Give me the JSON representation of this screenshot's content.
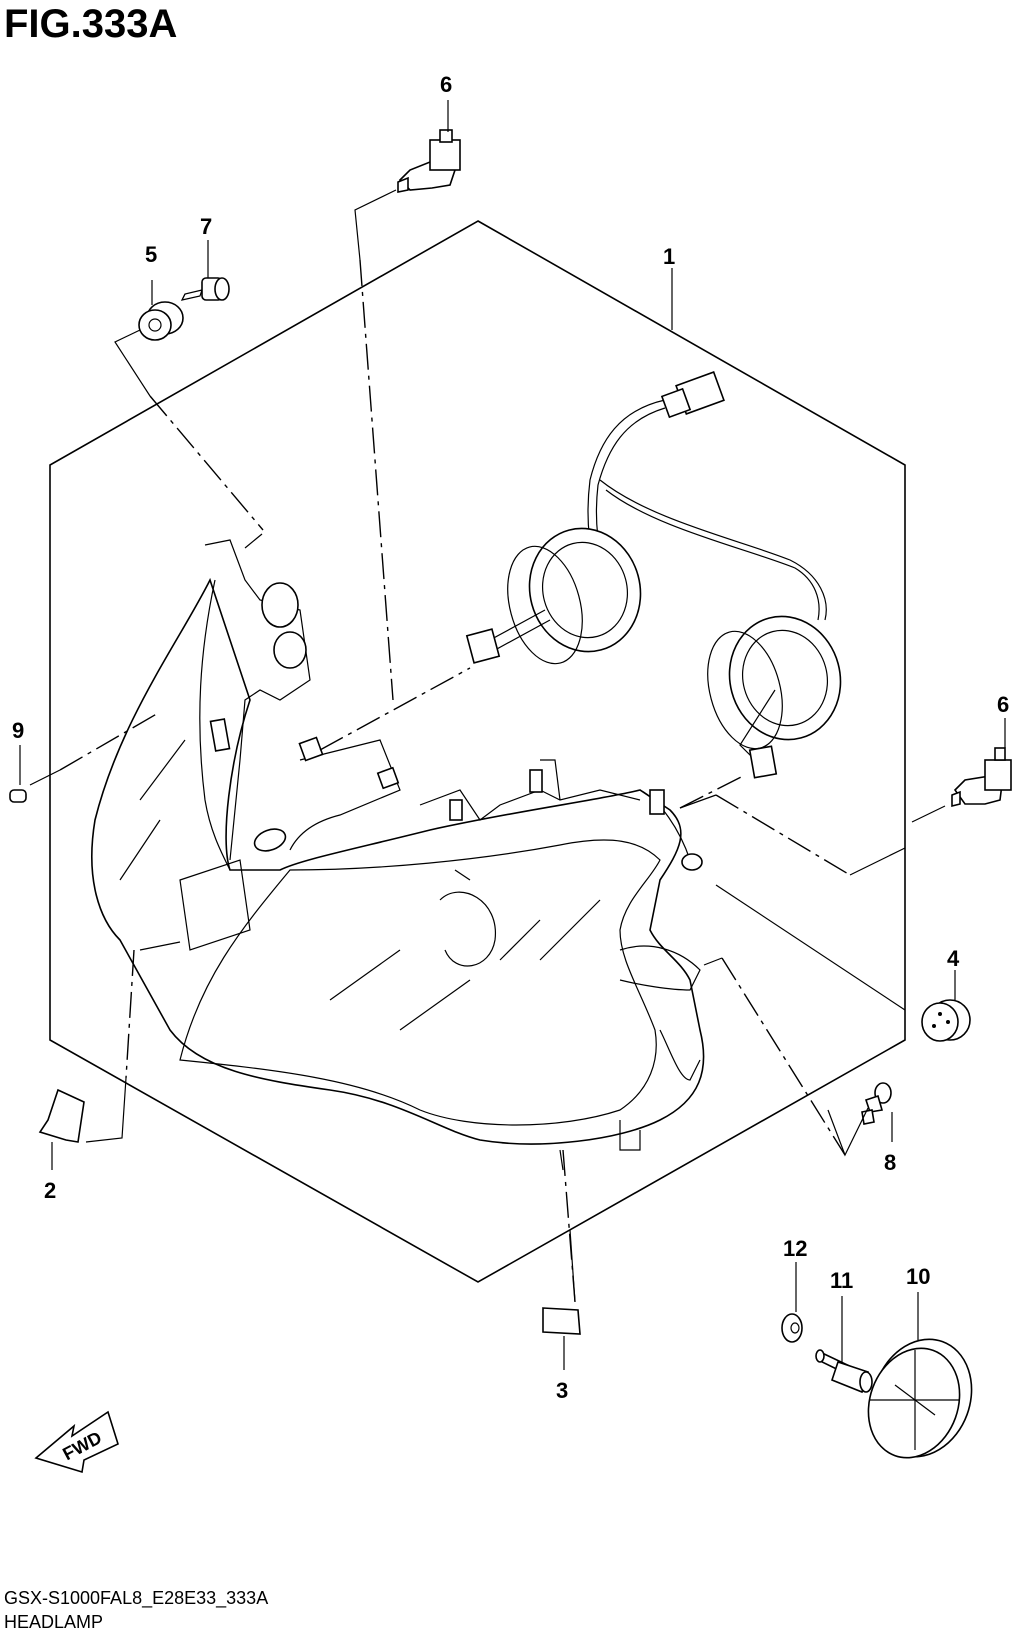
{
  "figure": {
    "title": "FIG.333A",
    "model_code": "GSX-S1000FAL8_E28E33_333A",
    "section_name": "HEADLAMP"
  },
  "direction_marker": {
    "label": "FWD",
    "icon": "forward-arrow-icon"
  },
  "callouts": [
    "1",
    "2",
    "3",
    "4",
    "5",
    "6",
    "6",
    "7",
    "8",
    "9",
    "10",
    "11",
    "12"
  ]
}
